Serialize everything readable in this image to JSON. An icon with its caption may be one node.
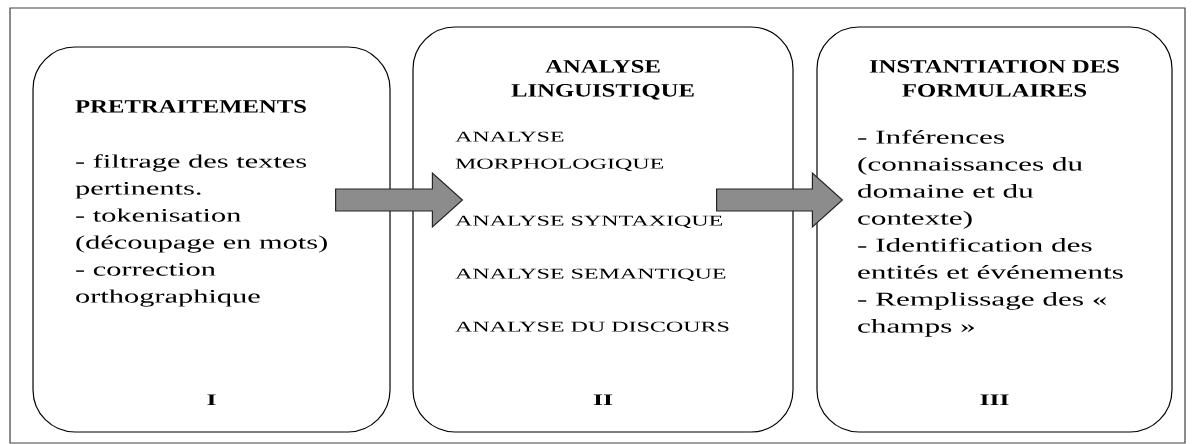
{
  "diagram": {
    "nodes": [
      {
        "text": [
          "PRETRAITEMENTS",
          "- filtrage des textes pertinents.",
          "- tokenisation (découpage en mots)",
          "- correction orthographique",
          "I"
        ]
      },
      {
        "text": [
          "ANALYSE LINGUISTIQUE",
          "ANALYSE MORPHOLOGIQUE",
          "ANALYSE SYNTAXIQUE",
          "ANALYSE SEMANTIQUE",
          "ANALYSE DU DISCOURS",
          "II"
        ]
      },
      {
        "text": [
          "INSTANTIATION DES FORMULAIRES",
          "- Inférences (connaissances du domaine et du contexte)",
          "- Identification des entités et événements",
          "- Remplissage des « champs »",
          "III"
        ]
      }
    ],
    "edges": [
      {
        "from": 0,
        "to": 1,
        "arrow": "to"
      },
      {
        "from": 1,
        "to": 2,
        "arrow": "to"
      }
    ]
  }
}
